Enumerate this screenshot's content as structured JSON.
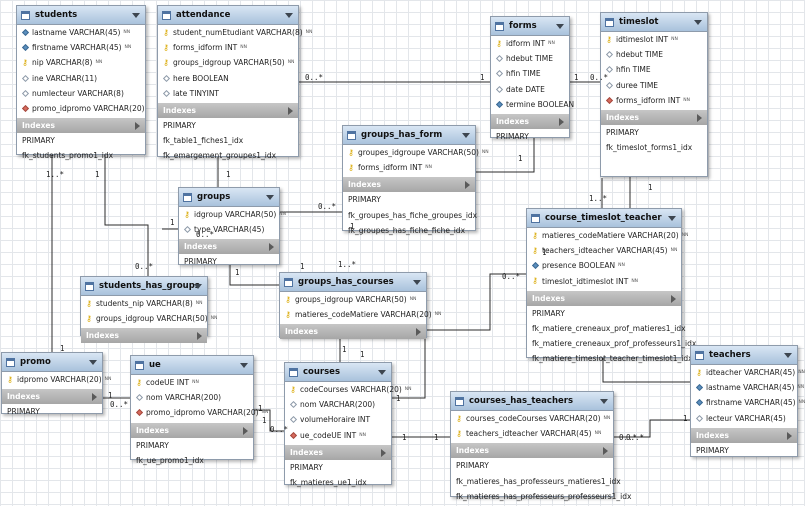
{
  "tables": [
    {
      "id": "students",
      "name": "students",
      "columns": [
        {
          "icon": "nn",
          "text": "lastname VARCHAR(45)",
          "nn": "NN"
        },
        {
          "icon": "nn",
          "text": "firstname VARCHAR(45)",
          "nn": "NN"
        },
        {
          "icon": "pk",
          "text": "nip VARCHAR(8)",
          "nn": "NN"
        },
        {
          "icon": "col",
          "text": "ine VARCHAR(11)",
          "nn": ""
        },
        {
          "icon": "col",
          "text": "numlecteur VARCHAR(8)",
          "nn": ""
        },
        {
          "icon": "fk",
          "text": "promo_idpromo VARCHAR(20)",
          "nn": ""
        }
      ],
      "indexes_label": "Indexes",
      "indexes": [
        "PRIMARY",
        "fk_students_promo1_idx"
      ]
    },
    {
      "id": "attendance",
      "name": "attendance",
      "columns": [
        {
          "icon": "pk",
          "text": "student_numEtudiant VARCHAR(8)",
          "nn": "NN"
        },
        {
          "icon": "pk",
          "text": "forms_idform INT",
          "nn": "NN"
        },
        {
          "icon": "pk",
          "text": "groups_idgroup VARCHAR(50)",
          "nn": "NN"
        },
        {
          "icon": "col",
          "text": "here BOOLEAN",
          "nn": ""
        },
        {
          "icon": "col",
          "text": "late TINYINT",
          "nn": ""
        }
      ],
      "indexes_label": "Indexes",
      "indexes": [
        "PRIMARY",
        "fk_table1_fiches1_idx",
        "fk_emargement_groupes1_idx"
      ]
    },
    {
      "id": "forms",
      "name": "forms",
      "columns": [
        {
          "icon": "pk",
          "text": "idform INT",
          "nn": "NN"
        },
        {
          "icon": "col",
          "text": "hdebut TIME",
          "nn": ""
        },
        {
          "icon": "col",
          "text": "hfin TIME",
          "nn": ""
        },
        {
          "icon": "col",
          "text": "date DATE",
          "nn": ""
        },
        {
          "icon": "nn",
          "text": "termine BOOLEAN",
          "nn": ""
        }
      ],
      "indexes_label": "Indexes",
      "indexes": [
        "PRIMARY"
      ]
    },
    {
      "id": "timeslot",
      "name": "timeslot",
      "columns": [
        {
          "icon": "pk",
          "text": "idtimeslot INT",
          "nn": "NN"
        },
        {
          "icon": "col",
          "text": "hdebut TIME",
          "nn": ""
        },
        {
          "icon": "col",
          "text": "hfin TIME",
          "nn": ""
        },
        {
          "icon": "col",
          "text": "duree TIME",
          "nn": ""
        },
        {
          "icon": "fk",
          "text": "forms_idform INT",
          "nn": "NN"
        }
      ],
      "indexes_label": "Indexes",
      "indexes": [
        "PRIMARY",
        "fk_timeslot_forms1_idx"
      ]
    },
    {
      "id": "groups_has_form",
      "name": "groups_has_form",
      "columns": [
        {
          "icon": "pk",
          "text": "groupes_idgroupe VARCHAR(50)",
          "nn": "NN"
        },
        {
          "icon": "pk",
          "text": "forms_idform INT",
          "nn": "NN"
        }
      ],
      "indexes_label": "Indexes",
      "indexes": [
        "PRIMARY",
        "fk_groupes_has_fiche_groupes_idx",
        "fk_groupes_has_fiche_fiche_idx"
      ]
    },
    {
      "id": "groups",
      "name": "groups",
      "columns": [
        {
          "icon": "pk",
          "text": "idgroup VARCHAR(50)",
          "nn": "NN"
        },
        {
          "icon": "col",
          "text": "type VARCHAR(45)",
          "nn": ""
        }
      ],
      "indexes_label": "Indexes",
      "indexes": [
        "PRIMARY"
      ]
    },
    {
      "id": "course_timeslot_teacher",
      "name": "course_timeslot_teacher",
      "columns": [
        {
          "icon": "pk",
          "text": "matieres_codeMatiere VARCHAR(20)",
          "nn": "NN"
        },
        {
          "icon": "pk",
          "text": "teachers_idteacher VARCHAR(45)",
          "nn": "NN"
        },
        {
          "icon": "nn",
          "text": "presence BOOLEAN",
          "nn": "NN"
        },
        {
          "icon": "pk",
          "text": "timeslot_idtimeslot INT",
          "nn": "NN"
        }
      ],
      "indexes_label": "Indexes",
      "indexes": [
        "PRIMARY",
        "fk_matiere_creneaux_prof_matieres1_idx",
        "fk_matiere_creneaux_prof_professeurs1_idx",
        "fk_matiere_timeslot_teacher_timeslot1_idx"
      ]
    },
    {
      "id": "students_has_groups",
      "name": "students_has_groups",
      "columns": [
        {
          "icon": "pk",
          "text": "students_nip VARCHAR(8)",
          "nn": "NN"
        },
        {
          "icon": "pk",
          "text": "groups_idgroup VARCHAR(50)",
          "nn": "NN"
        }
      ],
      "indexes_label": "Indexes",
      "indexes": []
    },
    {
      "id": "groups_has_courses",
      "name": "groups_has_courses",
      "columns": [
        {
          "icon": "pk",
          "text": "groups_idgroup VARCHAR(50)",
          "nn": "NN"
        },
        {
          "icon": "pk",
          "text": "matieres_codeMatiere VARCHAR(20)",
          "nn": "NN"
        }
      ],
      "indexes_label": "Indexes",
      "indexes": []
    },
    {
      "id": "promo",
      "name": "promo",
      "columns": [
        {
          "icon": "pk",
          "text": "idpromo VARCHAR(20)",
          "nn": "NN"
        }
      ],
      "indexes_label": "Indexes",
      "indexes": [
        "PRIMARY"
      ]
    },
    {
      "id": "ue",
      "name": "ue",
      "columns": [
        {
          "icon": "pk",
          "text": "codeUE INT",
          "nn": "NN"
        },
        {
          "icon": "col",
          "text": "nom VARCHAR(200)",
          "nn": ""
        },
        {
          "icon": "fk",
          "text": "promo_idpromo VARCHAR(20)",
          "nn": "NN"
        }
      ],
      "indexes_label": "Indexes",
      "indexes": [
        "PRIMARY",
        "fk_ue_promo1_idx"
      ]
    },
    {
      "id": "courses",
      "name": "courses",
      "columns": [
        {
          "icon": "pk",
          "text": "codeCourses VARCHAR(20)",
          "nn": "NN"
        },
        {
          "icon": "col",
          "text": "nom VARCHAR(200)",
          "nn": ""
        },
        {
          "icon": "col",
          "text": "volumeHoraire INT",
          "nn": ""
        },
        {
          "icon": "fk",
          "text": "ue_codeUE INT",
          "nn": "NN"
        }
      ],
      "indexes_label": "Indexes",
      "indexes": [
        "PRIMARY",
        "fk_matieres_ue1_idx"
      ]
    },
    {
      "id": "courses_has_teachers",
      "name": "courses_has_teachers",
      "columns": [
        {
          "icon": "pk",
          "text": "courses_codeCourses VARCHAR(20)",
          "nn": "NN"
        },
        {
          "icon": "pk",
          "text": "teachers_idteacher VARCHAR(45)",
          "nn": "NN"
        }
      ],
      "indexes_label": "Indexes",
      "indexes": [
        "PRIMARY",
        "fk_matieres_has_professeurs_matieres1_idx",
        "fk_matieres_has_professeurs_professeurs1_idx"
      ]
    },
    {
      "id": "teachers",
      "name": "teachers",
      "columns": [
        {
          "icon": "pk",
          "text": "idteacher VARCHAR(45)",
          "nn": "NN"
        },
        {
          "icon": "nn",
          "text": "lastname VARCHAR(45)",
          "nn": "NN"
        },
        {
          "icon": "nn",
          "text": "firstname VARCHAR(45)",
          "nn": "NN"
        },
        {
          "icon": "col",
          "text": "lecteur VARCHAR(45)",
          "nn": ""
        }
      ],
      "indexes_label": "Indexes",
      "indexes": [
        "PRIMARY"
      ]
    }
  ],
  "relationship_labels": [
    "1..*",
    "1",
    "1",
    "0..*",
    "1",
    "0..*",
    "1",
    "1",
    "0..*",
    "1",
    "1",
    "1..*",
    "0..*",
    "1",
    "1",
    "1..*",
    "1",
    "1",
    "1",
    "0..*",
    "0..*",
    "1",
    "1",
    "1",
    "1",
    "0..*",
    "1",
    "1",
    "0..*",
    "1",
    "1",
    "0..*",
    "0..*",
    "1"
  ]
}
